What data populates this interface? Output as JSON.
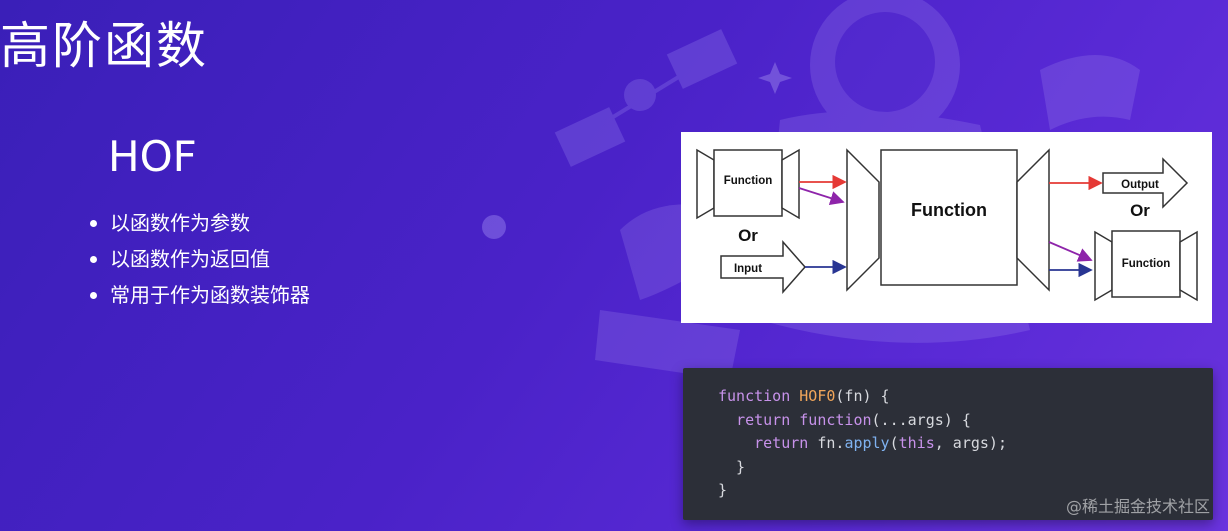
{
  "slide": {
    "title": "高阶函数",
    "subtitle": "HOF",
    "bullets": [
      "以函数作为参数",
      "以函数作为返回值",
      "常用于作为函数装饰器"
    ]
  },
  "diagram": {
    "left_function_label": "Function",
    "left_or_label": "Or",
    "input_label": "Input",
    "center_function_label": "Function",
    "output_label": "Output",
    "right_or_label": "Or",
    "right_function_label": "Function"
  },
  "code": {
    "line1": {
      "kw": "function",
      "name": "HOF0",
      "rest": "(fn) {"
    },
    "line2": {
      "indent": "  ",
      "kw1": "return",
      "kw2": "function",
      "rest": "(...args) {"
    },
    "line3": {
      "indent": "    ",
      "kw": "return",
      "obj": "fn.",
      "method": "apply",
      "open": "(",
      "this": "this",
      "rest": ", args);"
    },
    "line4": "  }",
    "line5": "}"
  },
  "watermark": "@稀土掘金技术社区",
  "colors": {
    "background": "#4a22c8",
    "code_background": "#2c2f38",
    "keyword": "#c792ea",
    "function_name": "#f2a65a",
    "method": "#7fb2f0",
    "arrow_red": "#e53935",
    "arrow_purple": "#8e24aa",
    "arrow_blue": "#283593"
  },
  "icons": [
    "sparkle-icon",
    "satellite-icon",
    "astronaut-illustration"
  ]
}
